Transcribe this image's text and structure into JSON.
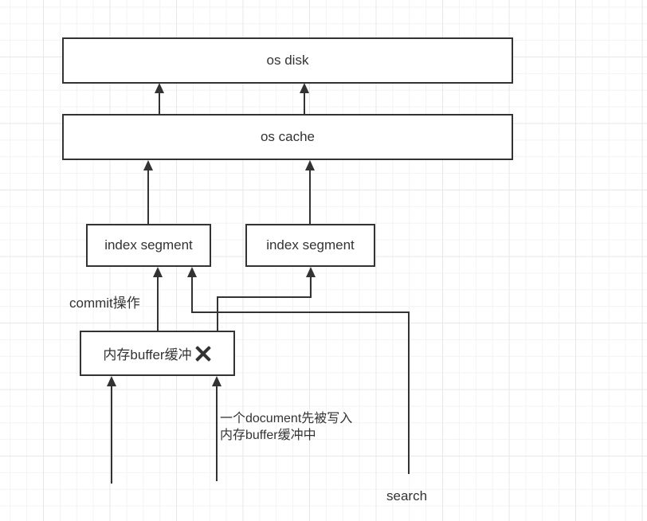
{
  "colors": {
    "line": "#333333",
    "text": "#333333",
    "box_background": "#ffffff",
    "canvas_background": "#ffffff",
    "grid_minor": "#f3f3f3",
    "grid_major": "#e7e7e7"
  },
  "nodes": {
    "os_disk": {
      "label": "os disk"
    },
    "os_cache": {
      "label": "os cache"
    },
    "index_segment_left": {
      "label": "index segment"
    },
    "index_segment_right": {
      "label": "index segment"
    },
    "memory_buffer": {
      "label": "内存buffer缓冲"
    }
  },
  "icons": {
    "memory_buffer_cross": "✕"
  },
  "annotations": {
    "commit_label": "commit操作",
    "document_note": {
      "line1": "一个document先被写入",
      "line2": "内存buffer缓冲中"
    },
    "search_label": "search"
  }
}
